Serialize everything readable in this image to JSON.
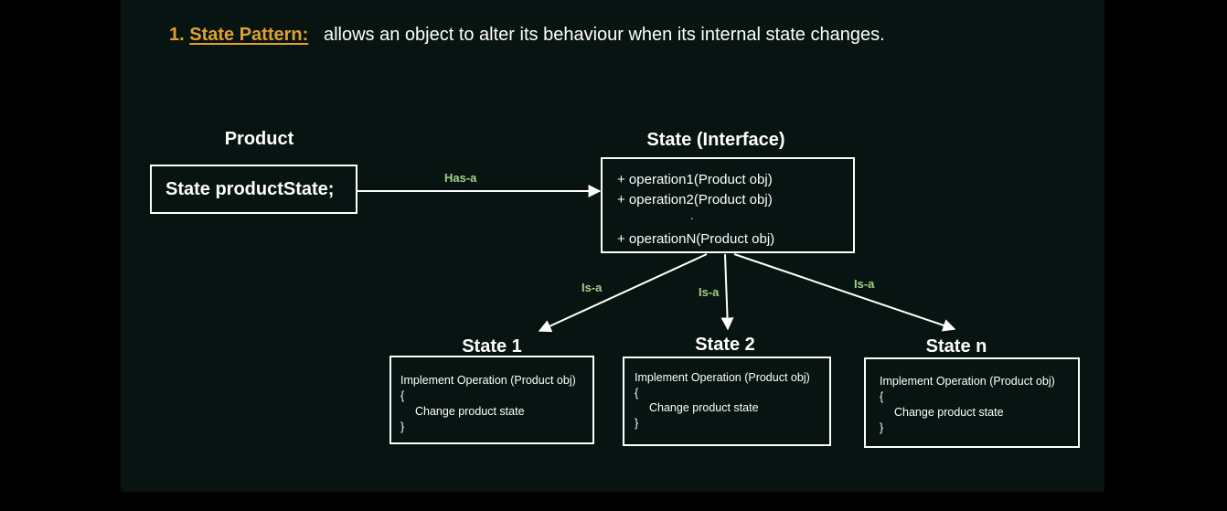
{
  "heading": {
    "number": "1.",
    "term": "State Pattern:",
    "description": "allows an object to alter its behaviour when its internal state changes."
  },
  "product": {
    "title": "Product",
    "field": "State productState;"
  },
  "state_interface": {
    "title": "State (Interface)",
    "operations": [
      "+ operation1(Product obj)",
      "+ operation2(Product obj)",
      ".",
      "+ operationN(Product obj)"
    ]
  },
  "relations": {
    "has_a": "Has-a",
    "is_a_left": "Is-a",
    "is_a_middle": "Is-a",
    "is_a_right": "Is-a"
  },
  "states": [
    {
      "title": "State 1",
      "lines": [
        "Implement Operation (Product obj)",
        "{",
        "Change product state",
        "}"
      ]
    },
    {
      "title": "State 2",
      "lines": [
        "Implement Operation (Product obj)",
        "{",
        "Change product state",
        "}"
      ]
    },
    {
      "title": "State n",
      "lines": [
        "Implement Operation (Product obj)",
        "{",
        "Change product state",
        "}"
      ]
    }
  ],
  "colors": {
    "background": "#071412",
    "accent": "#e3a02c",
    "relation_label": "#a3d08a",
    "line": "#ffffff"
  }
}
